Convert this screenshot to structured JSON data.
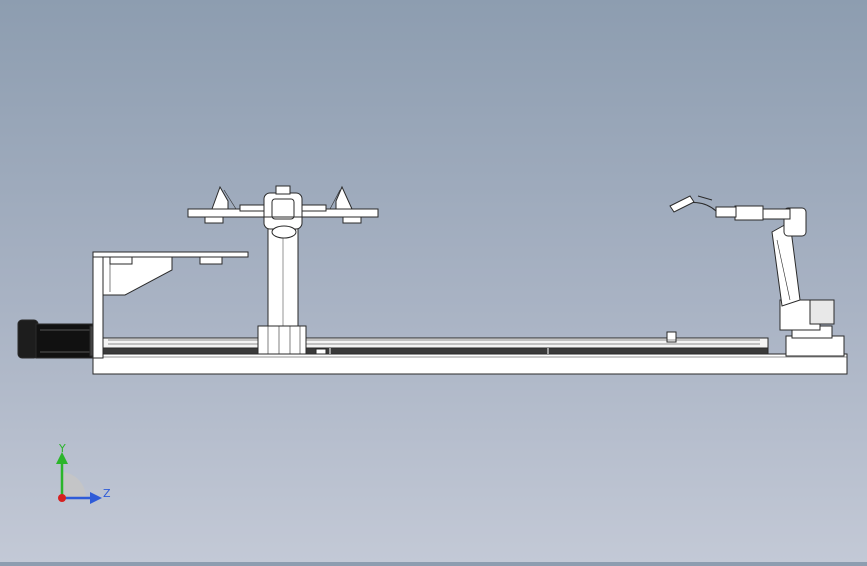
{
  "viewport": {
    "background_top": "#8d9db0",
    "background_bottom": "#c3c9d6",
    "line_color": "#2a2a2a",
    "fill_color": "#ffffff"
  },
  "triad": {
    "y_label": "Y",
    "z_label": "Z",
    "y_color": "#2bb52b",
    "z_color": "#2e5bd8",
    "x_color": "#d62020"
  },
  "parts": {
    "motor": "servo-motor",
    "base": "base-frame",
    "rail": "linear-rail",
    "bracket": "cantilever-bracket",
    "column": "positioner-column",
    "fixture": "welding-fixture",
    "robot": "welding-robot"
  }
}
